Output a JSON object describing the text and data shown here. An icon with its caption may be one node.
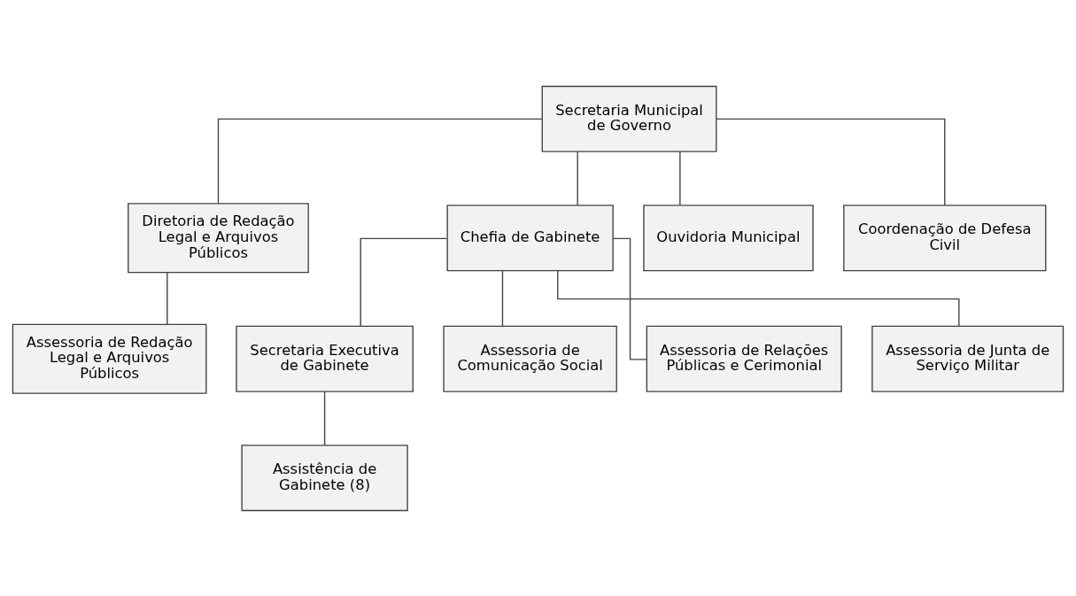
{
  "diagram": {
    "nodes": [
      {
        "text": [
          "Secretaria Municipal de Governo"
        ]
      },
      {
        "text": [
          "Diretoria de Redação Legal e Arquivos Públicos"
        ]
      },
      {
        "text": [
          "Chefia de Gabinete"
        ]
      },
      {
        "text": [
          "Ouvidoria Municipal"
        ]
      },
      {
        "text": [
          "Coordenação de Defesa Civil"
        ]
      },
      {
        "text": [
          "Assessoria de Redação Legal e Arquivos Públicos"
        ]
      },
      {
        "text": [
          "Secretaria Executiva de Gabinete"
        ]
      },
      {
        "text": [
          "Assessoria de Comunicação Social"
        ]
      },
      {
        "text": [
          "Assessoria de Relações Públicas e Cerimonial"
        ]
      },
      {
        "text": [
          "Assessoria de Junta de Serviço Militar"
        ]
      },
      {
        "text": [
          "Assistência de Gabinete (8)"
        ]
      }
    ],
    "edges": [
      {
        "from": 0,
        "to": 1,
        "arrow": "none"
      },
      {
        "from": 0,
        "to": 2,
        "arrow": "none"
      },
      {
        "from": 0,
        "to": 3,
        "arrow": "none"
      },
      {
        "from": 0,
        "to": 4,
        "arrow": "none"
      },
      {
        "from": 1,
        "to": 5,
        "arrow": "none"
      },
      {
        "from": 2,
        "to": 6,
        "arrow": "none"
      },
      {
        "from": 2,
        "to": 7,
        "arrow": "none"
      },
      {
        "from": 2,
        "to": 8,
        "arrow": "none"
      },
      {
        "from": 2,
        "to": 9,
        "arrow": "none"
      },
      {
        "from": 6,
        "to": 10,
        "arrow": "none"
      }
    ]
  }
}
